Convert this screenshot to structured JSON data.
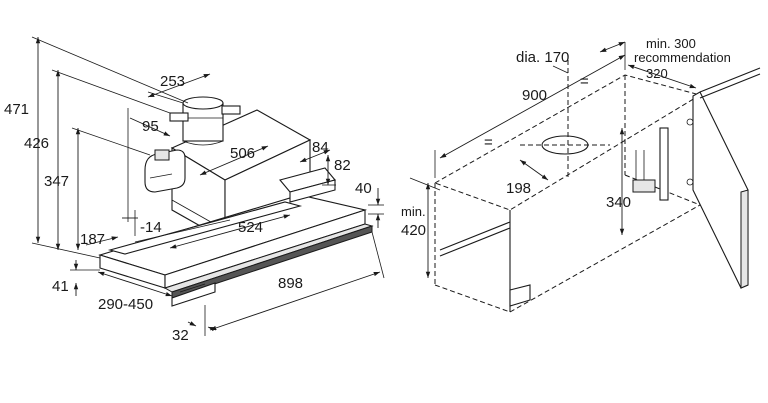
{
  "left_view": {
    "dimensions": {
      "total_height": "471",
      "height_426": "426",
      "height_347": "347",
      "duct_width": "253",
      "offset_95": "95",
      "depth_506": "506",
      "depth_84": "84",
      "depth_82": "82",
      "front_40": "40",
      "inner_524": "524",
      "offset_14": "-14",
      "offset_187": "187",
      "width_898": "898",
      "gap_41": "41",
      "range_290_450": "290-450",
      "front_32": "32"
    }
  },
  "right_view": {
    "dimensions": {
      "duct_dia": "dia. 170",
      "cabinet_width": "900",
      "equal_left": "=",
      "equal_right": "=",
      "min_note": "min. 300",
      "recommendation": "recommendation",
      "width_320": "320",
      "depth_198": "198",
      "height_340": "340",
      "min_label": "min.",
      "min_value": "420"
    }
  }
}
